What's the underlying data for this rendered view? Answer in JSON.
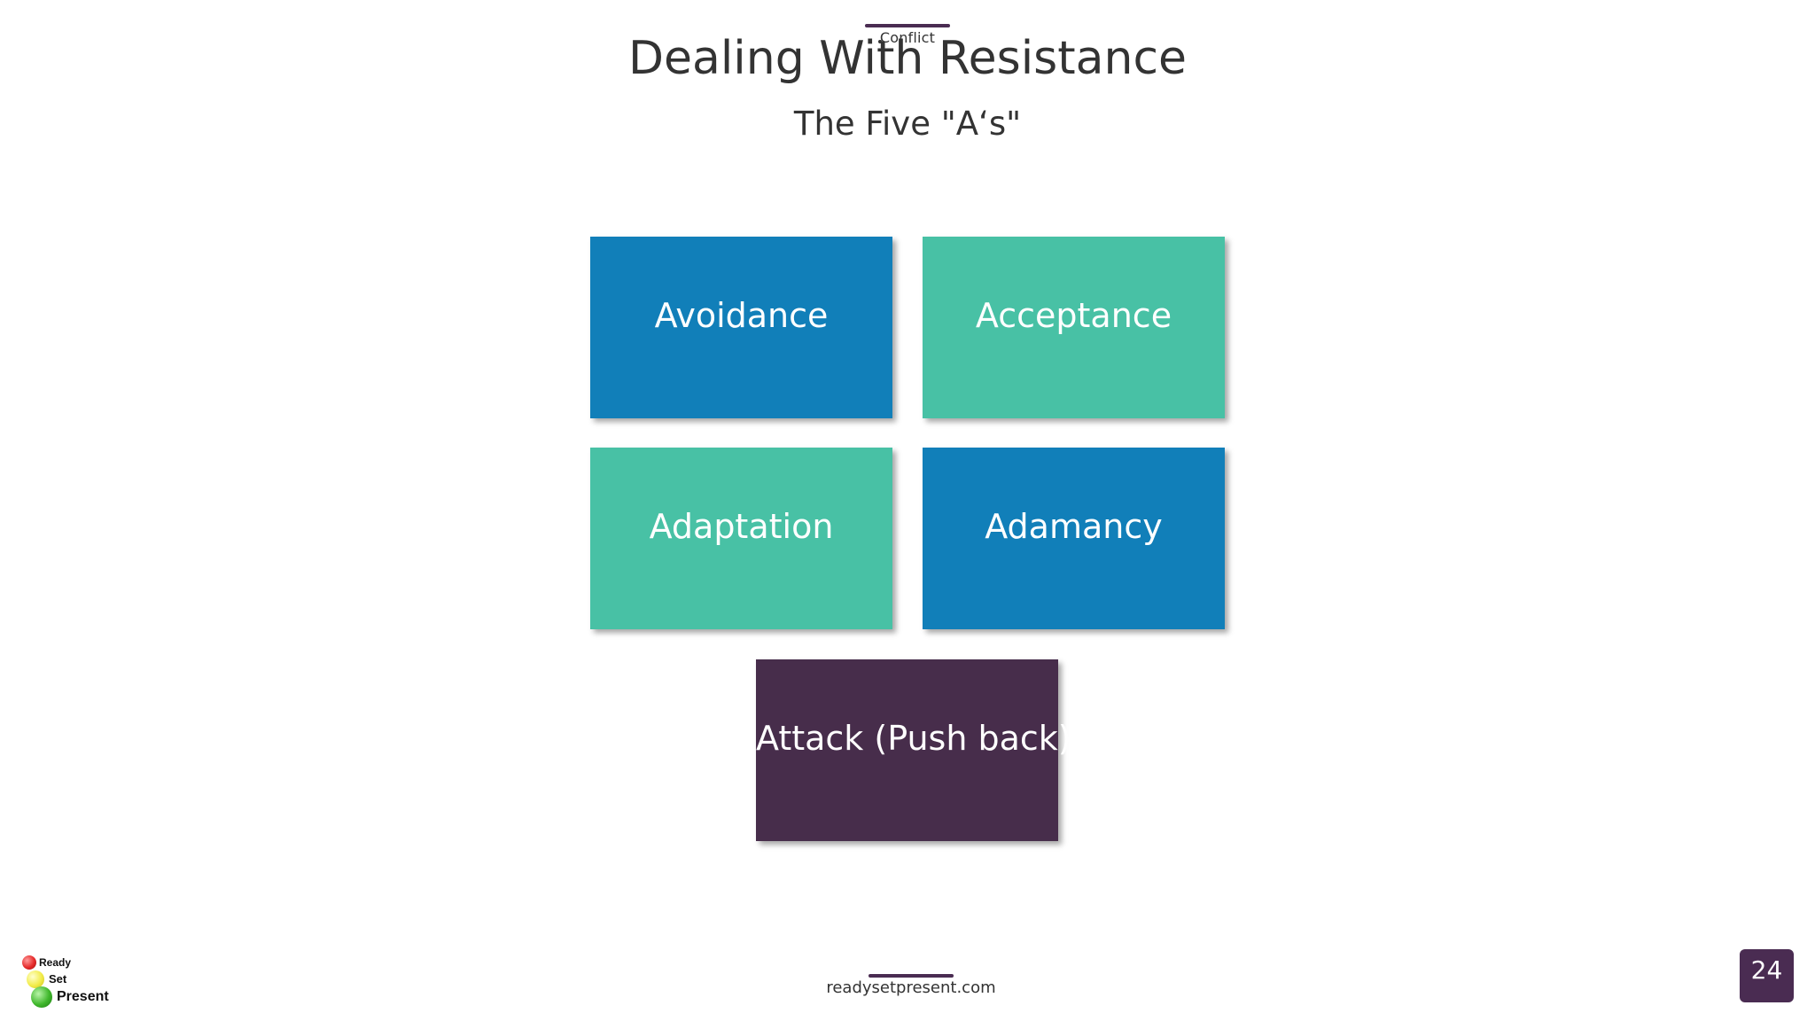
{
  "slide": {
    "section_label": "Conflict",
    "title": "Dealing With Resistance",
    "subtitle": "The Five \"A‘s\"",
    "tiles": [
      {
        "label": "Avoidance",
        "color": "#117fb9"
      },
      {
        "label": "Acceptance",
        "color": "#48c1a5"
      },
      {
        "label": "Adaptation",
        "color": "#48c1a5"
      },
      {
        "label": "Adamancy",
        "color": "#117fb9"
      },
      {
        "label": "Attack (Push back)",
        "color": "#472d4b"
      }
    ],
    "footer": "readysetpresent.com",
    "page_number": "24"
  },
  "logo": {
    "words": [
      "Ready",
      "Set",
      "Present"
    ]
  },
  "colors": {
    "accent": "#4a2c52",
    "blue": "#117fb9",
    "teal": "#48c1a5",
    "purple": "#472d4b",
    "text": "#333333"
  }
}
